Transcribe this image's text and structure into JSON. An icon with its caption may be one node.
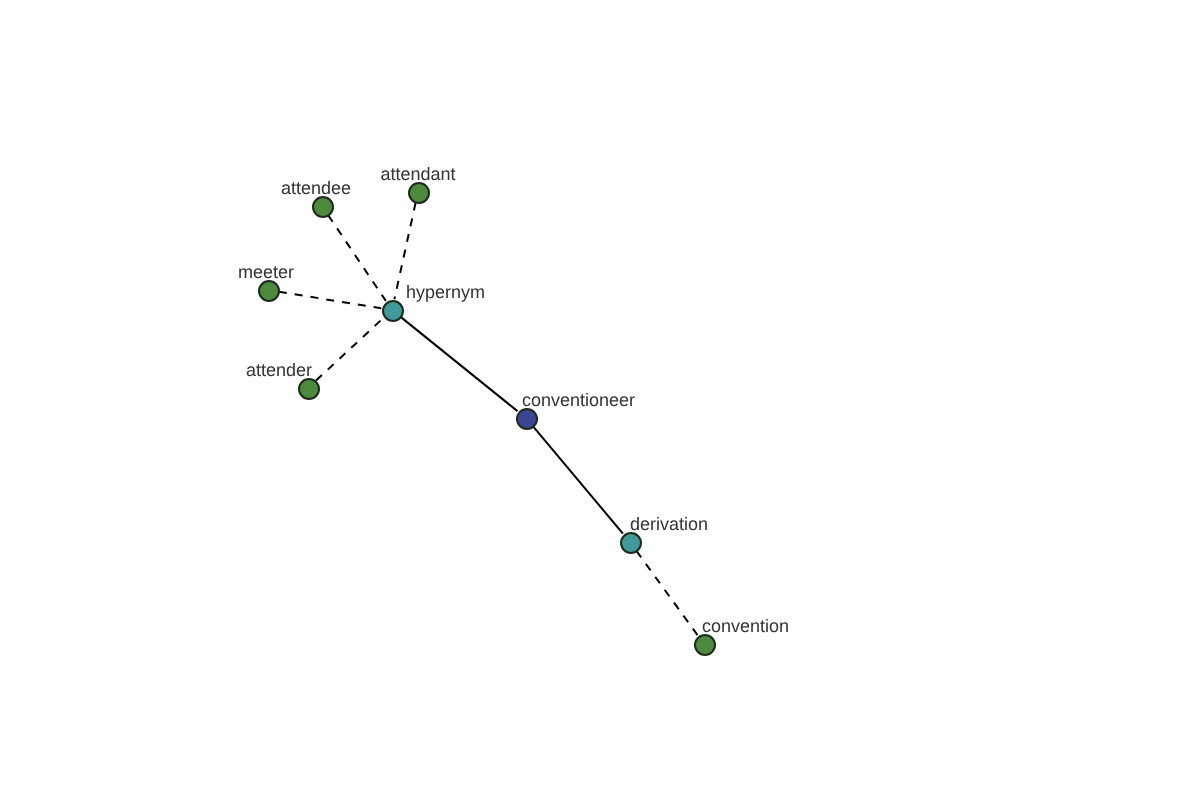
{
  "diagram": {
    "nodes": [
      {
        "text": [
          "attendant"
        ]
      },
      {
        "text": [
          "attendee"
        ]
      },
      {
        "text": [
          "meeter"
        ]
      },
      {
        "text": [
          "hypernym"
        ]
      },
      {
        "text": [
          "attender"
        ]
      },
      {
        "text": [
          "conventioneer"
        ]
      },
      {
        "text": [
          "derivation"
        ]
      },
      {
        "text": [
          "convention"
        ]
      }
    ],
    "edges": [
      {
        "from": 1,
        "to": 3,
        "arrow": "none",
        "style": "dashed"
      },
      {
        "from": 0,
        "to": 3,
        "arrow": "none",
        "style": "dashed"
      },
      {
        "from": 2,
        "to": 3,
        "arrow": "none",
        "style": "dashed"
      },
      {
        "from": 4,
        "to": 3,
        "arrow": "none",
        "style": "dashed"
      },
      {
        "from": 3,
        "to": 5,
        "arrow": "none"
      },
      {
        "from": 5,
        "to": 6,
        "arrow": "none"
      },
      {
        "from": 6,
        "to": 7,
        "arrow": "none",
        "style": "dashed"
      }
    ]
  }
}
